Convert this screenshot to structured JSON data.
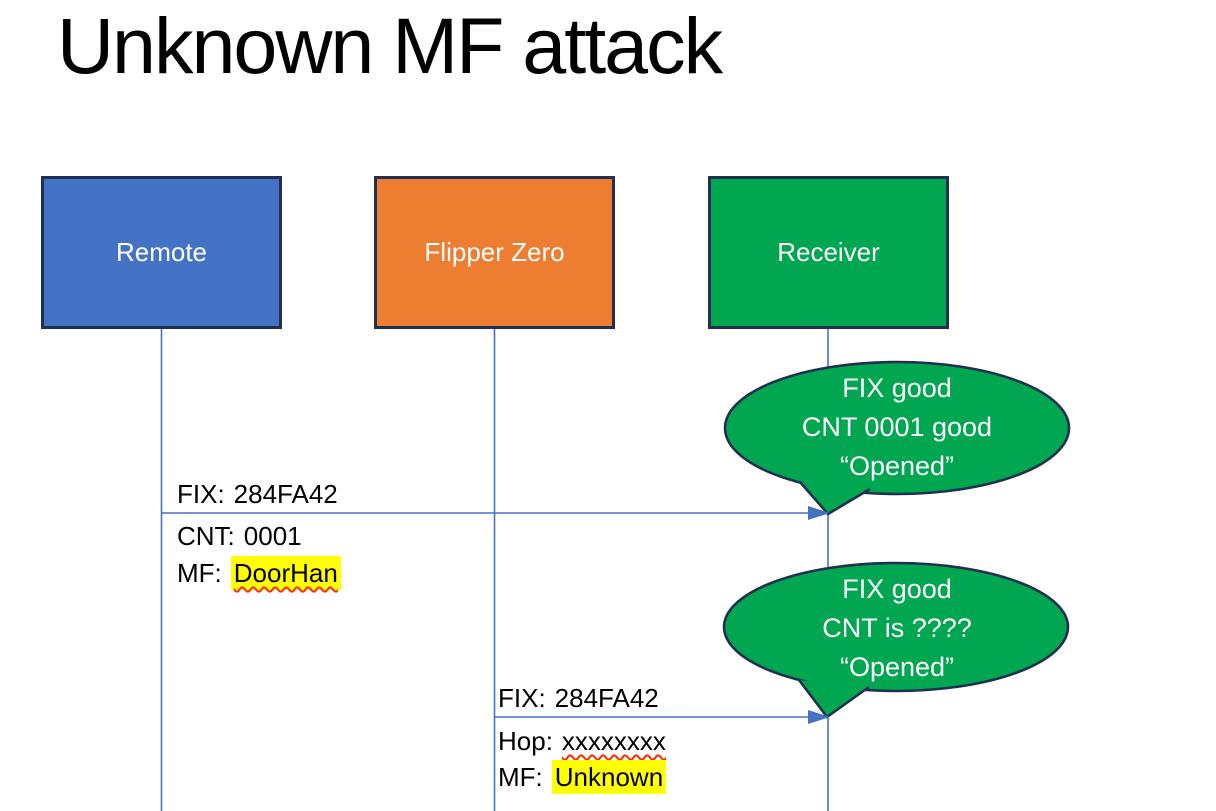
{
  "title": "Unknown MF attack",
  "actors": [
    {
      "name": "Remote"
    },
    {
      "name": "Flipper Zero"
    },
    {
      "name": "Receiver"
    }
  ],
  "messages": [
    {
      "from": "Remote",
      "to": "Receiver",
      "rows": [
        {
          "label": "FIX:",
          "value": "284FA42"
        },
        {
          "label": "CNT:",
          "value": "0001"
        },
        {
          "label": "MF:",
          "value": "DoorHan"
        }
      ]
    },
    {
      "from": "Flipper Zero",
      "to": "Receiver",
      "rows": [
        {
          "label": "FIX:",
          "value": "284FA42"
        },
        {
          "label": "Hop:",
          "value": "xxxxxxxx"
        },
        {
          "label": "MF:",
          "value": "Unknown"
        }
      ]
    }
  ],
  "callouts": [
    {
      "lines": [
        "FIX good",
        "CNT 0001 good",
        "“Opened”"
      ]
    },
    {
      "lines": [
        "FIX good",
        "CNT is ????",
        "“Opened”"
      ]
    }
  ],
  "colors": {
    "remote_box": "#4472C4",
    "flipper_box": "#ED7D31",
    "receiver_box": "#00A650",
    "callout_fill": "#00A650",
    "shape_border": "#1F3050",
    "connector": "#4472C4",
    "highlight": "#FFFF00",
    "squiggle": "#FF2A00",
    "title_text": "#000000",
    "box_text": "#FFFFFF",
    "message_text": "#000000"
  }
}
